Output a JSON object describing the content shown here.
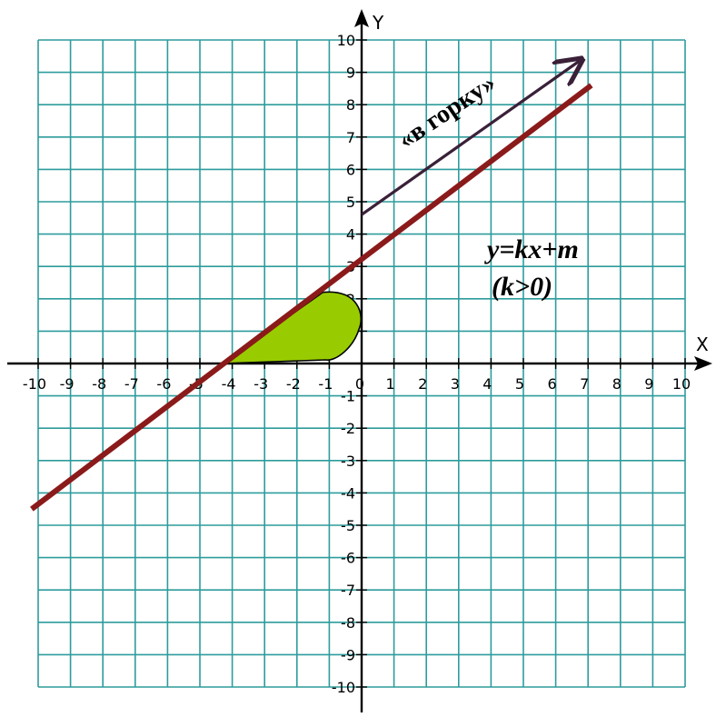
{
  "chart_data": {
    "type": "line",
    "x_axis_label": "X",
    "y_axis_label": "Y",
    "xlim": [
      -10,
      10
    ],
    "ylim": [
      -10,
      10
    ],
    "x_ticks": [
      -10,
      -9,
      -8,
      -7,
      -6,
      -5,
      -4,
      -3,
      -2,
      -1,
      0,
      1,
      2,
      3,
      4,
      5,
      6,
      7,
      8,
      9,
      10
    ],
    "y_ticks": [
      -10,
      -9,
      -8,
      -7,
      -6,
      -5,
      -4,
      -3,
      -2,
      -1,
      1,
      2,
      3,
      4,
      5,
      6,
      7,
      8,
      9,
      10
    ],
    "origin_label": "0",
    "grid": true,
    "series": [
      {
        "x": [
          -10.2,
          7.1
        ],
        "y": [
          -4.5,
          8.6
        ],
        "color": "#8b1a1a"
      }
    ],
    "arrow": {
      "from": [
        0,
        4.6
      ],
      "to": [
        6.8,
        9.4
      ],
      "color": "#3a2038",
      "label": "«в горку»"
    },
    "angle_marker": {
      "color": "#99cc00",
      "vertex": [
        -4.3,
        0
      ],
      "x_end": -1,
      "slope_end": [
        -1.2,
        2.2
      ]
    },
    "annotations": {
      "formula_line1": "y=kx+m",
      "formula_line2": "(k>0)"
    }
  }
}
